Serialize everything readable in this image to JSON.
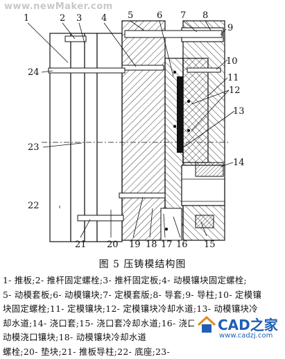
{
  "watermark": "www.newMaker.com",
  "caption": "图 5  压铸模结构图",
  "callouts": [
    "1",
    "2",
    "3",
    "4",
    "5",
    "6",
    "7",
    "8",
    "9",
    "10",
    "11",
    "12",
    "13",
    "14",
    "15",
    "16",
    "17",
    "18",
    "19",
    "20",
    "21",
    "22",
    "23",
    "24"
  ],
  "legend": [
    "1- 推板;2- 推杆固定螺栓;3- 推杆固定板;4- 动模镶块固定螺栓;",
    "5- 动模套板;6- 动模镶块;7- 定模套版;8- 导套;9- 导柱;10- 定模镶",
    "块固定螺栓;11- 定模镶块;12- 定模镶块冷却水道;13- 动模镶块冷",
    "却水道;14- 浇口套;15- 浇口套冷却水道;16- 浇口镶块;17- 动模镶块冷",
    "动模浇口镶块;18- 动模镶块冷却水道",
    "螺栓;20- 垫块;21- 推板导柱;22- 底座;23-"
  ],
  "logo": {
    "text": "CAD之家",
    "url": "www.cadzj.com"
  }
}
